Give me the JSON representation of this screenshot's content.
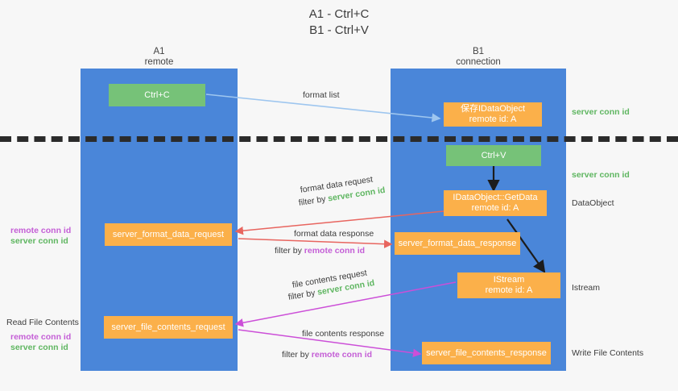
{
  "title": {
    "line1": "A1 - Ctrl+C",
    "line2": "B1 - Ctrl+V"
  },
  "columns": {
    "left": {
      "name": "A1",
      "role": "remote"
    },
    "right": {
      "name": "B1",
      "role": "connection"
    }
  },
  "boxes": {
    "ctrl_c": "Ctrl+C",
    "ctrl_v": "Ctrl+V",
    "save_idataobject_l1": "保存IDataObject",
    "save_idataobject_l2": "remote id: A",
    "getdata_l1": "IDataObject::GetData",
    "getdata_l2": "remote id: A",
    "istream_l1": "IStream",
    "istream_l2": "remote id: A",
    "server_format_data_request": "server_format_data_request",
    "server_format_data_response": "server_format_data_response",
    "server_file_contents_request": "server_file_contents_request",
    "server_file_contents_response": "server_file_contents_response"
  },
  "edge_labels": {
    "format_list": "format list",
    "format_data_request": "format data request",
    "format_data_request_filter_prefix": "filter by ",
    "format_data_request_filter_key": "server conn id",
    "format_data_response": "format data response",
    "format_data_response_filter_prefix": "filter by ",
    "format_data_response_filter_key": "remote conn id",
    "file_contents_request": "file contents request",
    "file_contents_request_filter_prefix": "filter by ",
    "file_contents_request_filter_key": "server conn id",
    "file_contents_response": "file contents response",
    "file_contents_response_filter_prefix": "filter by ",
    "file_contents_response_filter_key": "remote conn id"
  },
  "side_labels": {
    "right_server_conn_id_top": "server conn id",
    "right_server_conn_id_mid": "server conn id",
    "right_dataobject": "DataObject",
    "right_istream": "Istream",
    "right_write_file_contents": "Write File Contents",
    "left_remote_conn_id_1": "remote conn id",
    "left_server_conn_id_1": "server conn id",
    "left_read_file_contents": "Read File Contents",
    "left_remote_conn_id_2": "remote conn id",
    "left_server_conn_id_2": "server conn id"
  },
  "colors": {
    "lane": "#4a86d9",
    "green_box": "#76c278",
    "orange_box": "#fbb04a",
    "green_text": "#5fb661",
    "purple_text": "#c45ed6",
    "red_arrow": "#e8655f",
    "magenta_arrow": "#cc4fd8",
    "blue_arrow": "#9ec6ef",
    "black_arrow": "#1c1c1c",
    "dashed_line": "#2b2b2b",
    "background": "#f7f7f7"
  }
}
